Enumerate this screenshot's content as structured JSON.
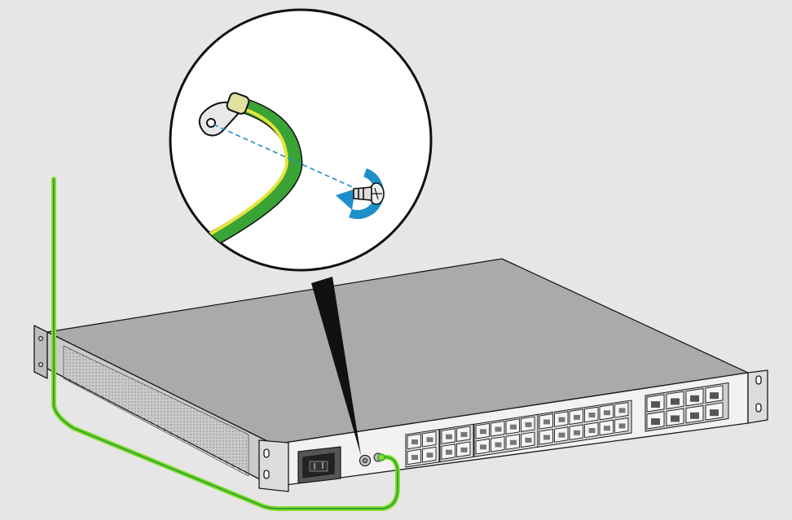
{
  "figure": {
    "kind": "installation-illustration",
    "subject": "network-switch-grounding",
    "background_color": "#e6e6e6",
    "colors": {
      "ground_wire_green": "#3aa335",
      "ground_wire_yellow": "#e6e33a",
      "highlight_green": "#86e02c",
      "arrow_blue": "#1e8fc8",
      "chassis_top": "#a9a9a9",
      "chassis_side": "#c9c9c9",
      "front_panel": "#f1f1f1",
      "outline": "#1a1a1a"
    },
    "components": {
      "switch_chassis": {
        "rack_ears": 2,
        "side_vent_panel": true
      },
      "front_panel": {
        "power_inlet": 1,
        "ground_screw": 1,
        "sfp_port_groups": [
          {
            "ports": 4
          },
          {
            "ports": 4
          },
          {
            "ports": 8
          },
          {
            "ports": 12
          }
        ],
        "rj45_ports": 8
      },
      "ground_cable": {
        "color_scheme": "green-yellow"
      },
      "detail_callout": {
        "items": [
          "ring-lug",
          "ground-screw",
          "rotation-arrow",
          "alignment-line"
        ]
      }
    }
  }
}
